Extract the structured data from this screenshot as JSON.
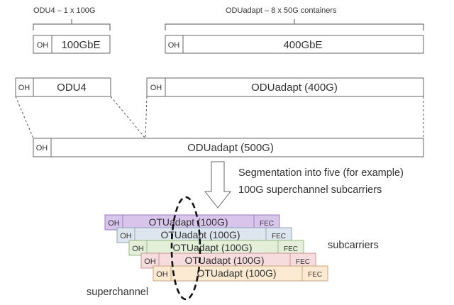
{
  "labels": {
    "odu4_group": "ODU4 – 1 x 100G",
    "oduadapt_group": "ODUadapt – 8 x 50G containers",
    "segmentation_line1": "Segmentation into five (for example)",
    "segmentation_line2": "100G superchannel subcarriers",
    "subcarriers": "subcarriers",
    "superchannel": "superchannel"
  },
  "boxes": {
    "oh": "OH",
    "gbe100": "100GbE",
    "gbe400": "400GbE",
    "odu4": "ODU4",
    "oduadapt400": "ODUadapt (400G)",
    "oduadapt500": "ODUadapt (500G)"
  },
  "subcarrier_rows": [
    {
      "oh": "OH",
      "label": "OTUadapt (100G)",
      "fec": "FEC",
      "fill": "#d9c4ec",
      "stroke": "#9b7ab8"
    },
    {
      "oh": "OH",
      "label": "OTUadapt (100G)",
      "fec": "FEC",
      "fill": "#dde6ee",
      "stroke": "#8fa6bb"
    },
    {
      "oh": "OH",
      "label": "OTUadapt (100G)",
      "fec": "FEC",
      "fill": "#e3efd9",
      "stroke": "#98b882"
    },
    {
      "oh": "OH",
      "label": "OTUadapt (100G)",
      "fec": "FEC",
      "fill": "#f6dcdc",
      "stroke": "#c99494"
    },
    {
      "oh": "OH",
      "label": "OTUadapt (100G)",
      "fec": "FEC",
      "fill": "#fbe9d2",
      "stroke": "#c9a679"
    }
  ]
}
